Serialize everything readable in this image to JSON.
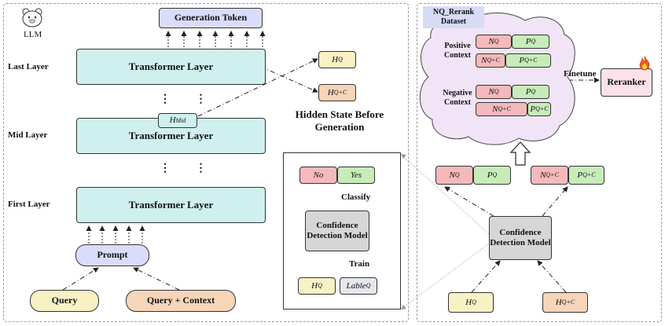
{
  "left_panel": {
    "llm_label": "LLM",
    "layer_labels": {
      "last": "Last Layer",
      "mid": "Mid Layer",
      "first": "First Layer"
    },
    "transformer_label": "Transformer Layer",
    "generation_token": "Generation Token",
    "prompt": "Prompt",
    "query": "Query",
    "query_context": "Query + Context",
    "h_mid": {
      "base": "H",
      "sub": "Mid"
    },
    "dots": "⋮ ⋮"
  },
  "middle": {
    "h_q": {
      "base": "H",
      "sub": "Q"
    },
    "h_qc": {
      "base": "H",
      "sub": "Q+C"
    },
    "hidden_state_caption": "Hidden State Before Generation",
    "classifier": {
      "no": "No",
      "yes": "Yes",
      "classify": "Classify",
      "model": "Confidence Detection Model",
      "train": "Train",
      "h_q": {
        "base": "H",
        "sub": "Q"
      },
      "label": {
        "base": "Lable",
        "sub": "Q"
      }
    }
  },
  "right_panel": {
    "dataset_tag": "NQ_Rerank Dataset",
    "positive_context": "Positive Context",
    "negative_context": "Negative Context",
    "n_q": {
      "base": "N",
      "sub": "Q"
    },
    "p_q": {
      "base": "P",
      "sub": "Q"
    },
    "n_qc": {
      "base": "N",
      "sub": "Q+C"
    },
    "p_qc": {
      "base": "P",
      "sub": "Q+C"
    },
    "finetune": "Finetune",
    "reranker": "Reranker",
    "model": "Confidence Detection Model",
    "h_q": {
      "base": "H",
      "sub": "Q"
    },
    "h_qc": {
      "base": "H",
      "sub": "Q+C"
    }
  },
  "colors": {
    "transformer": "#cff0ef",
    "generation_token": "#dadcfb",
    "red": "#f5b9bb",
    "green": "#c7ecb9",
    "yellow": "#f7f1c4",
    "peach": "#f6d5b8",
    "grey": "#d6d6d6",
    "reranker": "#fbe1e8",
    "dataset_tag": "#d6dcf6"
  },
  "icons": {
    "llm": "bear-face-icon",
    "fire": "fire-icon",
    "hollow_arrow": "hollow-up-arrow-icon"
  }
}
